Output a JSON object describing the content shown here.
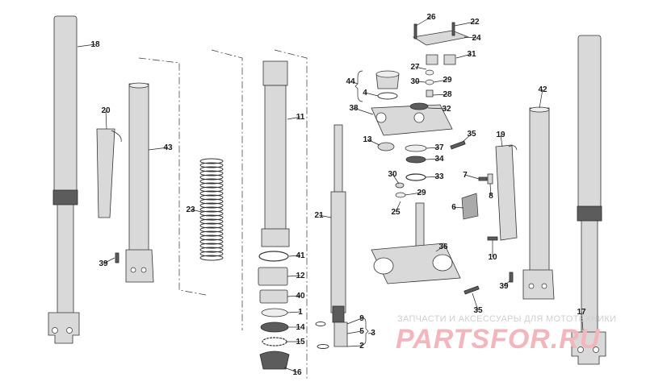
{
  "diagram": {
    "parts": [
      {
        "id": "p1",
        "label": "1"
      },
      {
        "id": "p2",
        "label": "2"
      },
      {
        "id": "p3",
        "label": "3"
      },
      {
        "id": "p4",
        "label": "4"
      },
      {
        "id": "p5",
        "label": "5"
      },
      {
        "id": "p6",
        "label": "6"
      },
      {
        "id": "p7",
        "label": "7"
      },
      {
        "id": "p8",
        "label": "8"
      },
      {
        "id": "p9",
        "label": "9"
      },
      {
        "id": "p10",
        "label": "10"
      },
      {
        "id": "p11",
        "label": "11"
      },
      {
        "id": "p12",
        "label": "12"
      },
      {
        "id": "p13",
        "label": "13"
      },
      {
        "id": "p14",
        "label": "14"
      },
      {
        "id": "p15",
        "label": "15"
      },
      {
        "id": "p16",
        "label": "16"
      },
      {
        "id": "p17",
        "label": "17"
      },
      {
        "id": "p18",
        "label": "18"
      },
      {
        "id": "p19",
        "label": "19"
      },
      {
        "id": "p20",
        "label": "20"
      },
      {
        "id": "p21",
        "label": "21"
      },
      {
        "id": "p22",
        "label": "22"
      },
      {
        "id": "p23",
        "label": "23"
      },
      {
        "id": "p24",
        "label": "24"
      },
      {
        "id": "p25",
        "label": "25"
      },
      {
        "id": "p26",
        "label": "26"
      },
      {
        "id": "p27",
        "label": "27"
      },
      {
        "id": "p28",
        "label": "28"
      },
      {
        "id": "p29a",
        "label": "29"
      },
      {
        "id": "p29b",
        "label": "29"
      },
      {
        "id": "p30a",
        "label": "30"
      },
      {
        "id": "p30b",
        "label": "30"
      },
      {
        "id": "p31",
        "label": "31"
      },
      {
        "id": "p32",
        "label": "32"
      },
      {
        "id": "p33",
        "label": "33"
      },
      {
        "id": "p34",
        "label": "34"
      },
      {
        "id": "p35a",
        "label": "35"
      },
      {
        "id": "p35b",
        "label": "35"
      },
      {
        "id": "p36",
        "label": "36"
      },
      {
        "id": "p37",
        "label": "37"
      },
      {
        "id": "p38",
        "label": "38"
      },
      {
        "id": "p39a",
        "label": "39"
      },
      {
        "id": "p39b",
        "label": "39"
      },
      {
        "id": "p40",
        "label": "40"
      },
      {
        "id": "p41",
        "label": "41"
      },
      {
        "id": "p42",
        "label": "42"
      },
      {
        "id": "p43",
        "label": "43"
      },
      {
        "id": "p44",
        "label": "44"
      }
    ]
  },
  "watermark": {
    "subtitle": "ЗАПЧАСТИ И АКСЕССУАРЫ ДЛЯ МОТОТЕХНИКИ",
    "logo": "PARTSFOR.RU",
    "logo_color": "#f3b6bc"
  }
}
